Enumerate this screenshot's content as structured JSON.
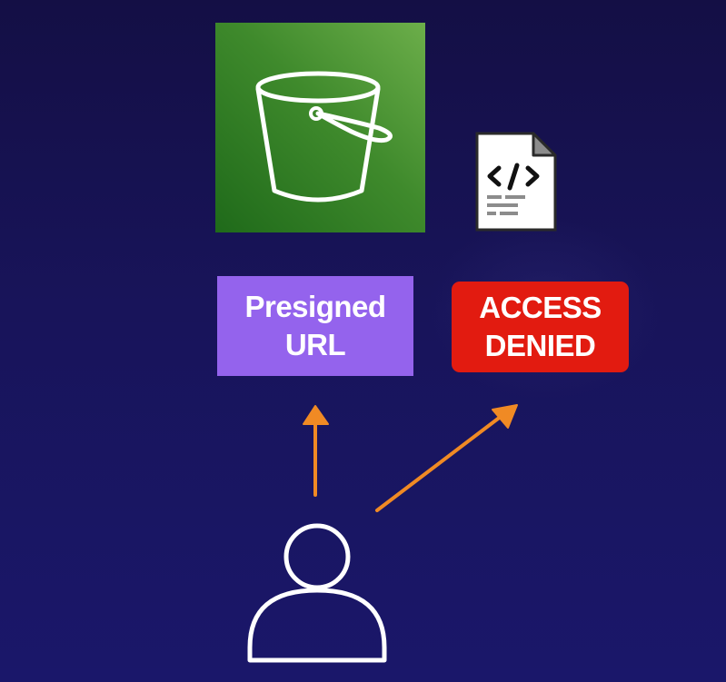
{
  "presigned_box": {
    "line1": "Presigned",
    "line2": "URL",
    "color": "#9463ed"
  },
  "denied_box": {
    "line1": "ACCESS",
    "line2": "DENIED",
    "color": "#e21b10"
  },
  "icons": {
    "bucket": "s3-bucket-icon",
    "document": "code-document-icon",
    "user": "user-icon"
  },
  "colors": {
    "background": "#18145a",
    "bucket_tile": "#3f8a2c",
    "arrow": "#f08a24"
  }
}
